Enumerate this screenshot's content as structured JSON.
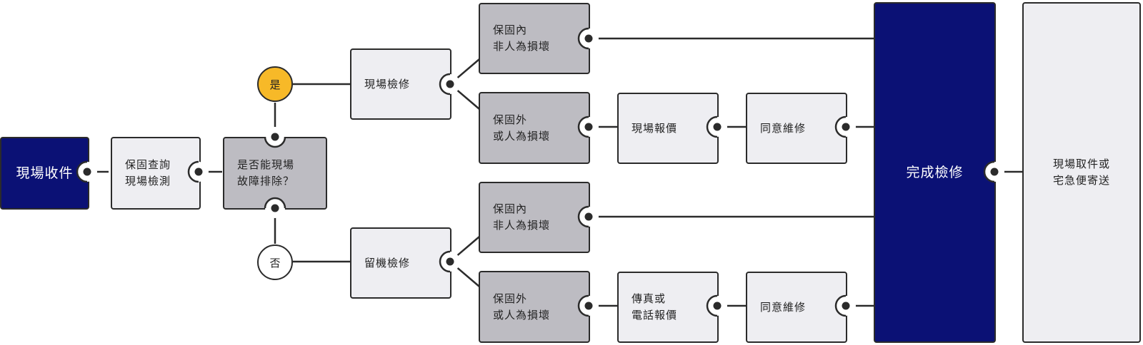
{
  "colors": {
    "navy": "#0b1175",
    "gray": "#bdbcc2",
    "light": "#eeeef2",
    "yes": "#f7b928",
    "line": "#2b2b2b"
  },
  "nodes": {
    "receive": "現場收件",
    "check": "保固查詢\n現場檢測",
    "decision": "是否能現場\n故障排除？",
    "yes": "是",
    "no": "否",
    "onsite_repair": "現場檢修",
    "hold_repair": "留機檢修",
    "warranty_in_top": "保固內\n非人為損壞",
    "warranty_out_top": "保固外\n或人為損壞",
    "onsite_quote": "現場報價",
    "agree_top": "同意維修",
    "warranty_in_bottom": "保固內\n非人為損壞",
    "warranty_out_bottom": "保固外\n或人為損壞",
    "fax_quote": "傳真或\n電話報價",
    "agree_bottom": "同意維修",
    "complete": "完成檢修",
    "pickup": "現場取件或\n宅急便寄送"
  }
}
